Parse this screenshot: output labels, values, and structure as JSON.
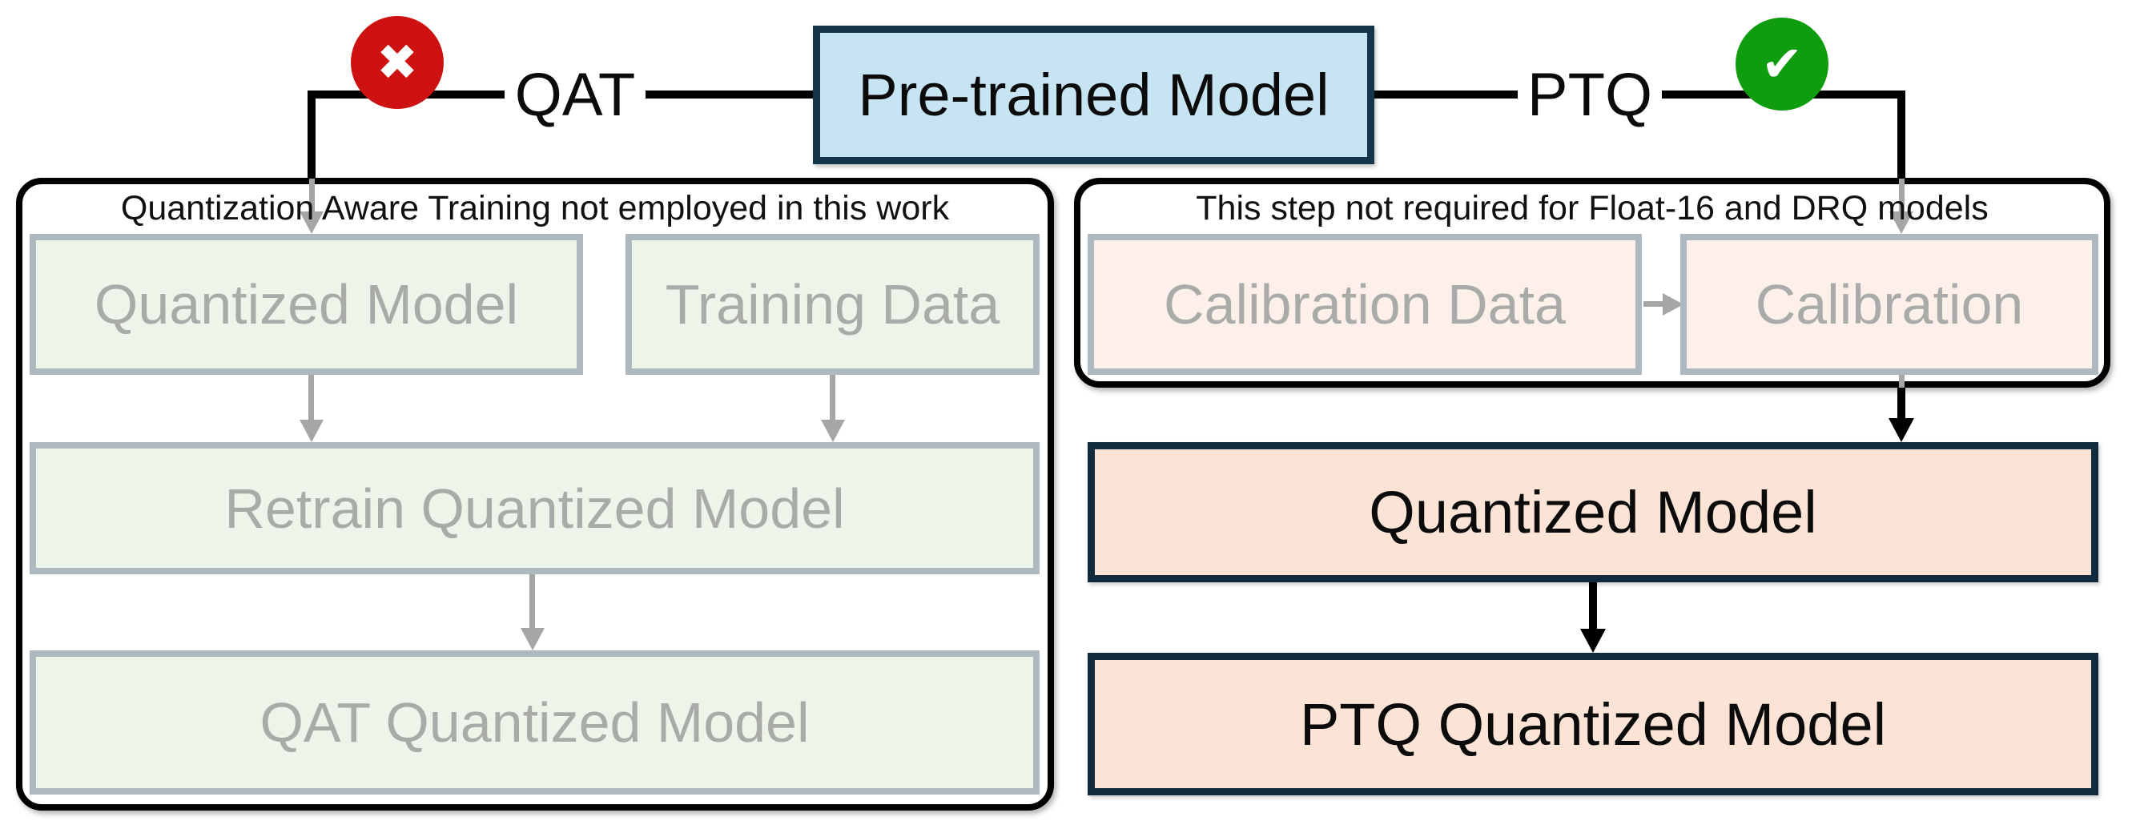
{
  "diagram": {
    "pretrained_label": "Pre-trained Model",
    "qat_branch_label": "QAT",
    "ptq_branch_label": "PTQ",
    "left_panel": {
      "note": "Quantization Aware Training not employed in this work",
      "quantized_model": "Quantized Model",
      "training_data": "Training Data",
      "retrain": "Retrain Quantized Model",
      "qat_quantized_model": "QAT Quantized Model"
    },
    "right_panel": {
      "note": "This step not required for Float-16 and DRQ models",
      "calibration_data": "Calibration Data",
      "calibration": "Calibration"
    },
    "ptq_flow": {
      "quantized_model": "Quantized Model",
      "ptq_quantized_model": "PTQ Quantized Model"
    },
    "icons": {
      "reject_glyph": "✖",
      "accept_glyph": "✔"
    },
    "colors": {
      "pretrained_fill": "#c6e4f2",
      "dark_border": "#122b3c",
      "active_fill": "#fbe3d6",
      "faded_green_fill": "#edf5ea",
      "faded_pink_fill": "#fdf0eb",
      "faded_border": "#aeb9bf",
      "faded_text": "#a9aba8",
      "reject_red": "#ce1212",
      "accept_green": "#0f9d0f",
      "gray_connector": "#a6a6a6",
      "black_connector": "#000000"
    }
  }
}
